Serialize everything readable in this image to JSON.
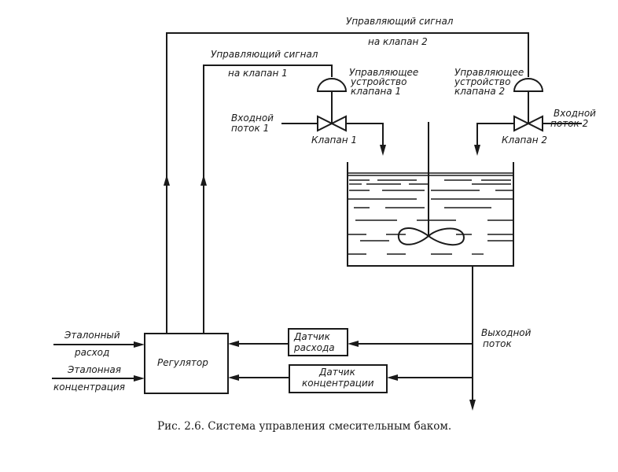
{
  "signals": {
    "valve2_line1": "Управляющий сигнал",
    "valve2_line2": "на клапан 2",
    "valve1_line1": "Управляющий сигнал",
    "valve1_line2": "на клапан 1"
  },
  "actuators": {
    "actuator1": [
      "Управляющее",
      "устройство",
      "клапана 1"
    ],
    "actuator2": [
      "Управляющее",
      "устройство",
      "клапана 2"
    ]
  },
  "inflows": {
    "inflow1": [
      "Входной",
      "поток 1"
    ],
    "inflow2": [
      "Входной",
      "поток 2"
    ]
  },
  "valves": {
    "valve1": "Клапан 1",
    "valve2": "Клапан 2"
  },
  "regulator": "Регулятор",
  "setpoints": {
    "flow": [
      "Эталонный",
      "расход"
    ],
    "concentration": [
      "Эталонная",
      "концентрация"
    ]
  },
  "sensors": {
    "flow": [
      "Датчик",
      "расхода"
    ],
    "concentration": [
      "Датчик",
      "концентрации"
    ]
  },
  "outflow": [
    "Выходной",
    "поток"
  ],
  "caption": "Рис. 2.6. Система управления смесительным баком."
}
